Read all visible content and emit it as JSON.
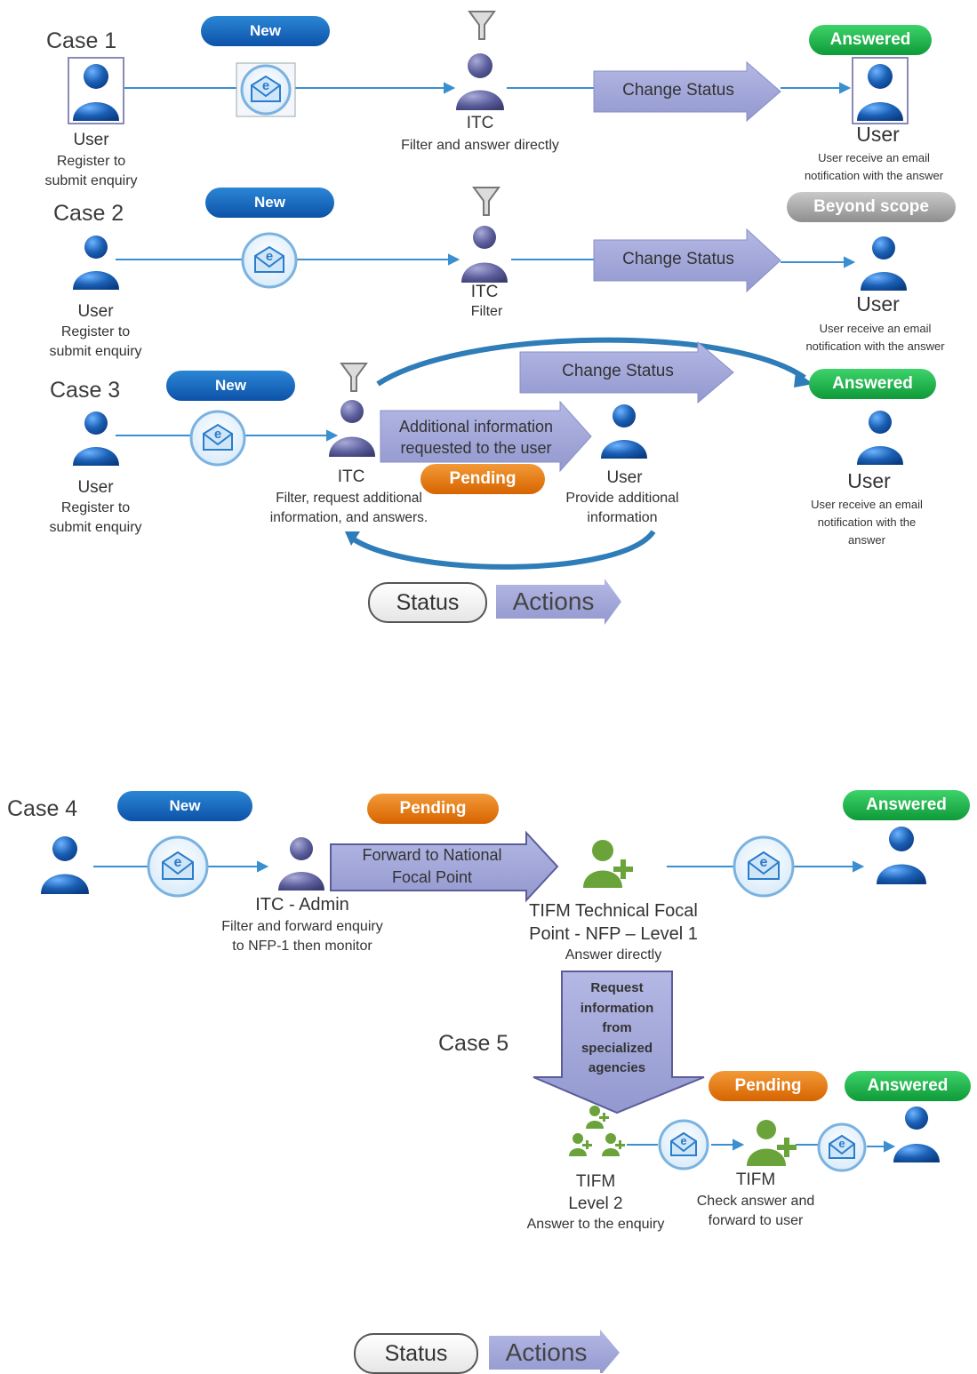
{
  "case1": {
    "label": "Case 1",
    "badge_new": "New",
    "badge_answered": "Answered",
    "user_title": "User",
    "user_desc": "Register to\nsubmit enquiry",
    "itc_title": "ITC",
    "itc_desc": "Filter and answer  directly",
    "change_status": "Change Status",
    "user2_title": "User",
    "user2_desc": "User receive an email\nnotification  with  the answer"
  },
  "case2": {
    "label": "Case 2",
    "badge_new": "New",
    "badge_beyond": "Beyond scope",
    "user_title": "User",
    "user_desc": "Register to\nsubmit enquiry",
    "itc_title": "ITC",
    "itc_desc": "Filter",
    "change_status": "Change Status",
    "user2_title": "User",
    "user2_desc": "User receive an email\nnotification  with  the answer"
  },
  "case3": {
    "label": "Case 3",
    "badge_new": "New",
    "badge_answered": "Answered",
    "badge_pending": "Pending",
    "user_title": "User",
    "user_desc": "Register to\nsubmit enquiry",
    "itc_title": "ITC",
    "itc_desc": "Filter, request additional\ninformation, and answers.",
    "change_status": "Change Status",
    "additional_1": "Additional  information",
    "additional_2": "requested to the user",
    "user_mid_title": "User",
    "user_mid_desc": "Provide additional\ninformation",
    "user2_title": "User",
    "user2_desc": "User receive an email\nnotification  with  the\nanswer"
  },
  "legend1": {
    "status": "Status",
    "actions": "Actions"
  },
  "case4": {
    "label": "Case 4",
    "badge_new": "New",
    "badge_pending": "Pending",
    "badge_answered": "Answered",
    "forward_1": "Forward  to National",
    "forward_2": "Focal Point",
    "itc_title": "ITC  - Admin",
    "itc_desc": "Filter and forward  enquiry\nto NFP-1 then monitor",
    "tifm_title": "TIFM Technical Focal\nPoint - NFP – Level 1",
    "tifm_desc": "Answer  directly"
  },
  "case5": {
    "label": "Case 5",
    "request_text": "Request\ninformation\nfrom\nspecialized\nagencies",
    "badge_pending": "Pending",
    "badge_answered": "Answered",
    "level2_title": "TIFM\nLevel 2",
    "level2_desc": "Answer  to the enquiry",
    "tifm_title": "TIFM",
    "tifm_desc": "Check answer  and\nforward  to user"
  },
  "legend2": {
    "status": "Status",
    "actions": "Actions"
  },
  "colors": {
    "blue_line": "#3a8fd0",
    "arrow_fill": "#a3a8d8",
    "arrow_stroke": "#8a8fc6",
    "new": "#1566c0",
    "answered": "#18a845",
    "pending": "#e07810",
    "beyond": "#a0a0a0",
    "user_blue": "#1a5fb4",
    "itc_purple": "#5a5d9a",
    "tifm_green": "#6aa33a"
  },
  "icons": [
    "person-blue-icon",
    "person-purple-icon",
    "person-green-plus-icon",
    "email-envelope-icon",
    "funnel-icon"
  ]
}
